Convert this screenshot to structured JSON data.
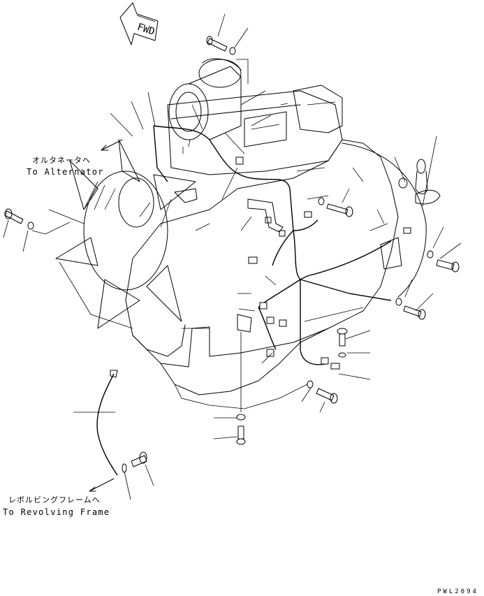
{
  "direction_label": "FWD",
  "callouts": {
    "alternator_jp": "オルタネータへ",
    "alternator_en": "To Alternator",
    "revolving_jp": "レボルビングフレームへ",
    "revolving_en": "To Revolving Frame"
  },
  "drawing_code": "PWL2094"
}
